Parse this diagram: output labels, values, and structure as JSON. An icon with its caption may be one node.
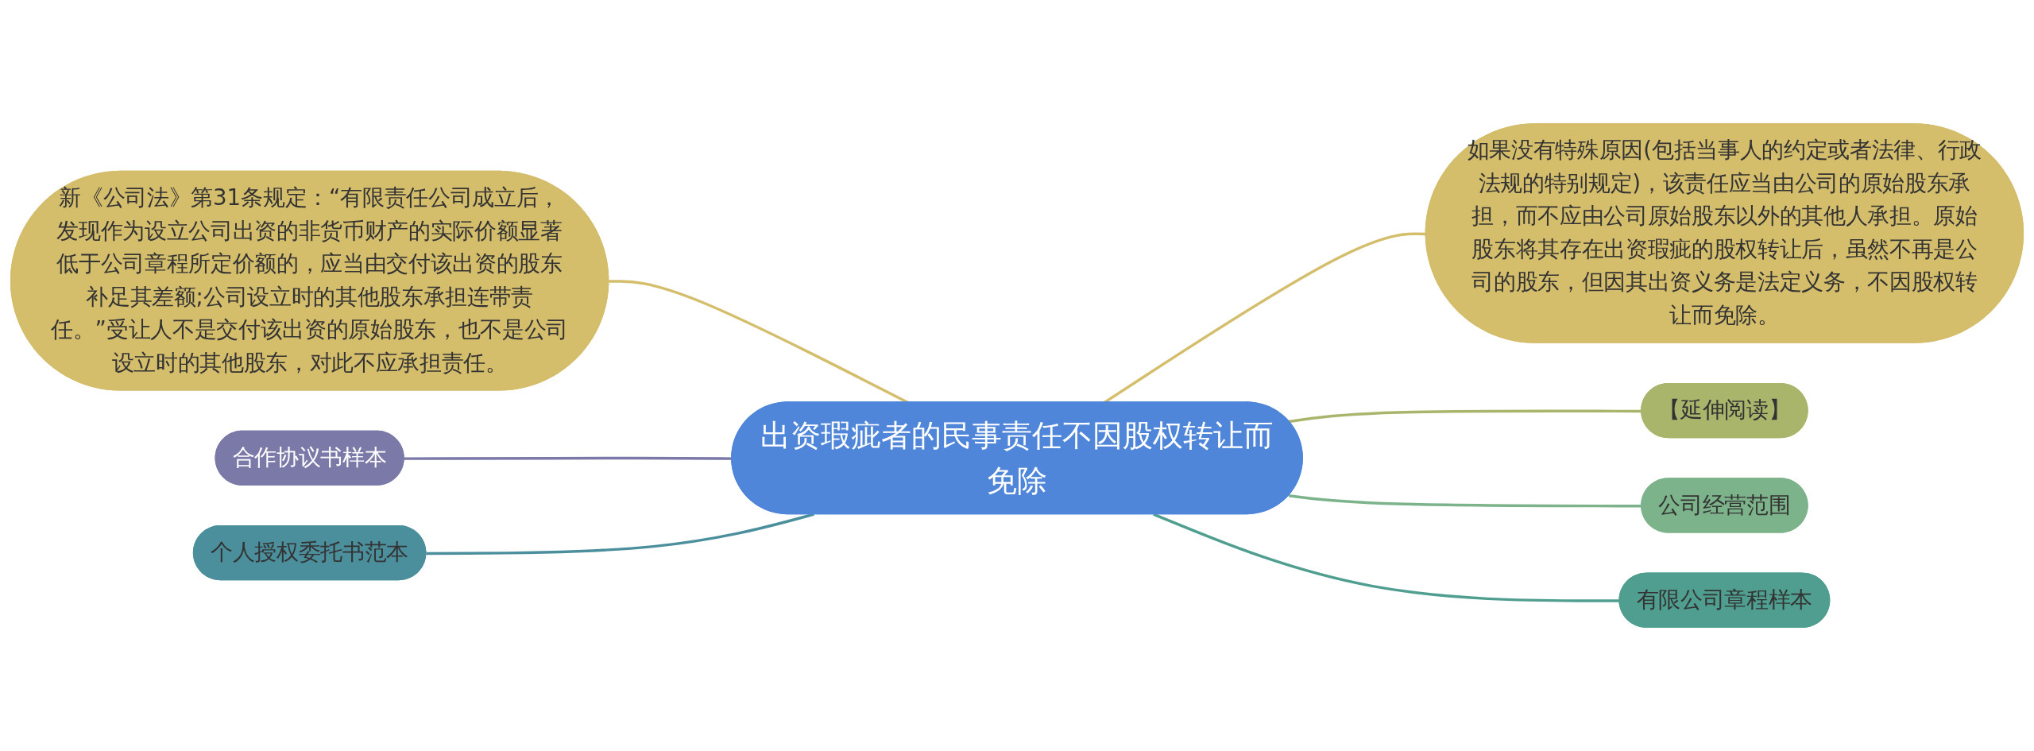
{
  "diagram": {
    "nodes": [
      {
        "text": [
          "出资瑕疵者的民事责任不因股权转让而免除"
        ]
      },
      {
        "text": [
          "新《公司法》第31条规定：“有限责任公司成立后，发现作为设立公司出资的非货币财产的实际价额显著低于公司章程所定价额的，应当由交付该出资的股东补足其差额;公司设立时的其他股东承担连带责任。”受让人不是交付该出资的原始股东，也不是公司设立时的其他股东，对此不应承担责任。"
        ]
      },
      {
        "text": [
          "如果没有特殊原因(包括当事人的约定或者法律、行政法规的特别规定)，该责任应当由公司的原始股东承担，而不应由公司原始股东以外的其他人承担。原始股东将其存在出资瑕疵的股权转让后，虽然不再是公司的股东，但因其出资义务是法定义务，不因股权转让而免除。"
        ]
      },
      {
        "text": [
          "合作协议书样本"
        ]
      },
      {
        "text": [
          "【延伸阅读】"
        ]
      },
      {
        "text": [
          "个人授权委托书范本"
        ]
      },
      {
        "text": [
          "公司经营范围"
        ]
      },
      {
        "text": [
          "有限公司章程样本"
        ]
      }
    ],
    "edges": [
      {
        "from": 0,
        "to": 1,
        "arrow": "none",
        "color": "#d4bd6b"
      },
      {
        "from": 0,
        "to": 2,
        "arrow": "none",
        "color": "#d4bd6b"
      },
      {
        "from": 0,
        "to": 3,
        "arrow": "none",
        "color": "#7a79a8"
      },
      {
        "from": 0,
        "to": 4,
        "arrow": "none",
        "color": "#a9b56b"
      },
      {
        "from": 0,
        "to": 5,
        "arrow": "none",
        "color": "#4b8f9c"
      },
      {
        "from": 0,
        "to": 6,
        "arrow": "none",
        "color": "#7db38a"
      },
      {
        "from": 0,
        "to": 7,
        "arrow": "none",
        "color": "#4f9e8f"
      }
    ]
  }
}
